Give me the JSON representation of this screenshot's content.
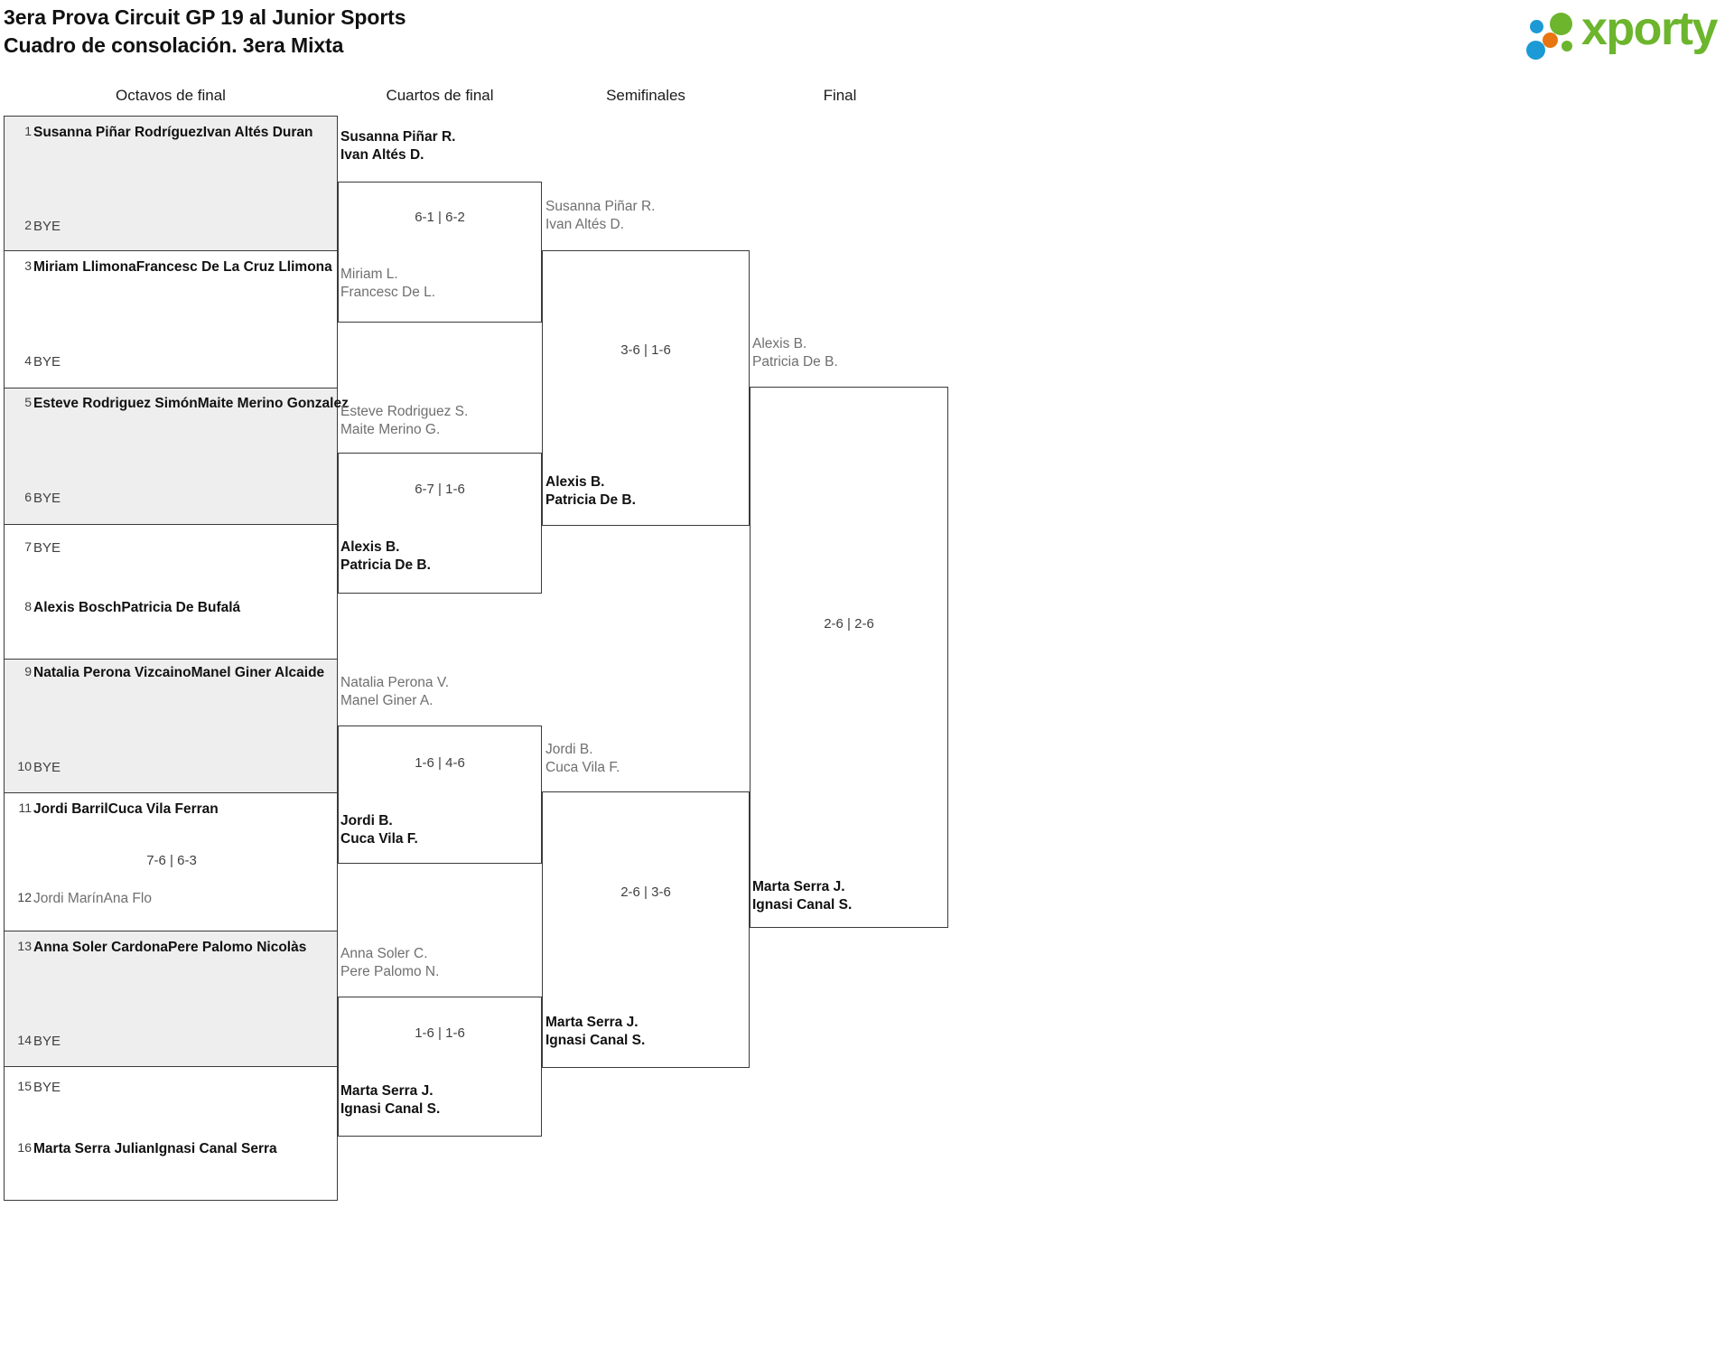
{
  "header": {
    "title_line1": "3era Prova Circuit GP 19 al Junior Sports",
    "title_line2": "Cuadro de consolación. 3era Mixta",
    "logo_word": "xporty",
    "logo_colors": {
      "green": "#6cb52d",
      "blue": "#1b9ad6",
      "orange": "#e87511"
    }
  },
  "rounds": [
    {
      "label": "Octavos de final"
    },
    {
      "label": "Cuartos de final"
    },
    {
      "label": "Semifinales"
    },
    {
      "label": "Final"
    }
  ],
  "bracket": {
    "round1": {
      "seeds": [
        {
          "num": "1",
          "line1": "Susanna Piñar Rodríguez",
          "line2": "Ivan Altés Duran",
          "state": "win"
        },
        {
          "num": "2",
          "line1": "BYE",
          "line2": "",
          "state": "bye"
        },
        {
          "num": "3",
          "line1": "Miriam Llimona",
          "line2": "Francesc De La Cruz Llimona",
          "state": "win"
        },
        {
          "num": "4",
          "line1": "BYE",
          "line2": "",
          "state": "bye"
        },
        {
          "num": "5",
          "line1": "Esteve Rodriguez Simón",
          "line2": "Maite Merino Gonzalez",
          "state": "win"
        },
        {
          "num": "6",
          "line1": "BYE",
          "line2": "",
          "state": "bye"
        },
        {
          "num": "7",
          "line1": "BYE",
          "line2": "",
          "state": "bye"
        },
        {
          "num": "8",
          "line1": "Alexis Bosch",
          "line2": "Patricia De Bufalá",
          "state": "win"
        },
        {
          "num": "9",
          "line1": "Natalia Perona Vizcaino",
          "line2": "Manel Giner Alcaide",
          "state": "win"
        },
        {
          "num": "10",
          "line1": "BYE",
          "line2": "",
          "state": "bye"
        },
        {
          "num": "11",
          "line1": "Jordi Barril",
          "line2": "Cuca Vila Ferran",
          "state": "win"
        },
        {
          "num": "12",
          "line1": "Jordi Marín",
          "line2": "Ana Flo",
          "state": "lose"
        },
        {
          "num": "13",
          "line1": "Anna Soler Cardona",
          "line2": "Pere Palomo Nicolàs",
          "state": "win"
        },
        {
          "num": "14",
          "line1": "BYE",
          "line2": "",
          "state": "bye"
        },
        {
          "num": "15",
          "line1": "BYE",
          "line2": "",
          "state": "bye"
        },
        {
          "num": "16",
          "line1": "Marta Serra Julian",
          "line2": "Ignasi Canal Serra",
          "state": "win"
        }
      ],
      "scores": [
        {
          "after_seed": "11",
          "value": "7-6 | 6-3"
        }
      ]
    },
    "round2": [
      {
        "score": "6-1 | 6-2",
        "top": {
          "line1": "Susanna Piñar R.",
          "line2": "Ivan Altés D.",
          "state": "win"
        },
        "bottom": {
          "line1": "Miriam L.",
          "line2": "Francesc De L.",
          "state": "lose"
        }
      },
      {
        "score": "6-7 | 1-6",
        "top": {
          "line1": "Esteve Rodriguez S.",
          "line2": "Maite Merino G.",
          "state": "lose"
        },
        "bottom": {
          "line1": "Alexis B.",
          "line2": "Patricia De B.",
          "state": "win"
        }
      },
      {
        "score": "1-6 | 4-6",
        "top": {
          "line1": "Natalia Perona V.",
          "line2": "Manel Giner A.",
          "state": "lose"
        },
        "bottom": {
          "line1": "Jordi B.",
          "line2": "Cuca Vila F.",
          "state": "win"
        }
      },
      {
        "score": "1-6 | 1-6",
        "top": {
          "line1": "Anna Soler C.",
          "line2": "Pere Palomo N.",
          "state": "lose"
        },
        "bottom": {
          "line1": "Marta Serra J.",
          "line2": "Ignasi Canal S.",
          "state": "win"
        }
      }
    ],
    "round3": [
      {
        "score": "3-6 | 1-6",
        "top": {
          "line1": "Susanna Piñar R.",
          "line2": "Ivan Altés D.",
          "state": "lose"
        },
        "bottom": {
          "line1": "Alexis B.",
          "line2": "Patricia De B.",
          "state": "win"
        }
      },
      {
        "score": "2-6 | 3-6",
        "top": {
          "line1": "Jordi B.",
          "line2": "Cuca Vila F.",
          "state": "lose"
        },
        "bottom": {
          "line1": "Marta Serra J.",
          "line2": "Ignasi Canal S.",
          "state": "win"
        }
      }
    ],
    "round4": [
      {
        "score": "2-6 | 2-6",
        "top": {
          "line1": "Alexis B.",
          "line2": "Patricia De B.",
          "state": "lose"
        },
        "bottom": {
          "line1": "Marta Serra J.",
          "line2": "Ignasi Canal S.",
          "state": "win"
        }
      }
    ]
  }
}
